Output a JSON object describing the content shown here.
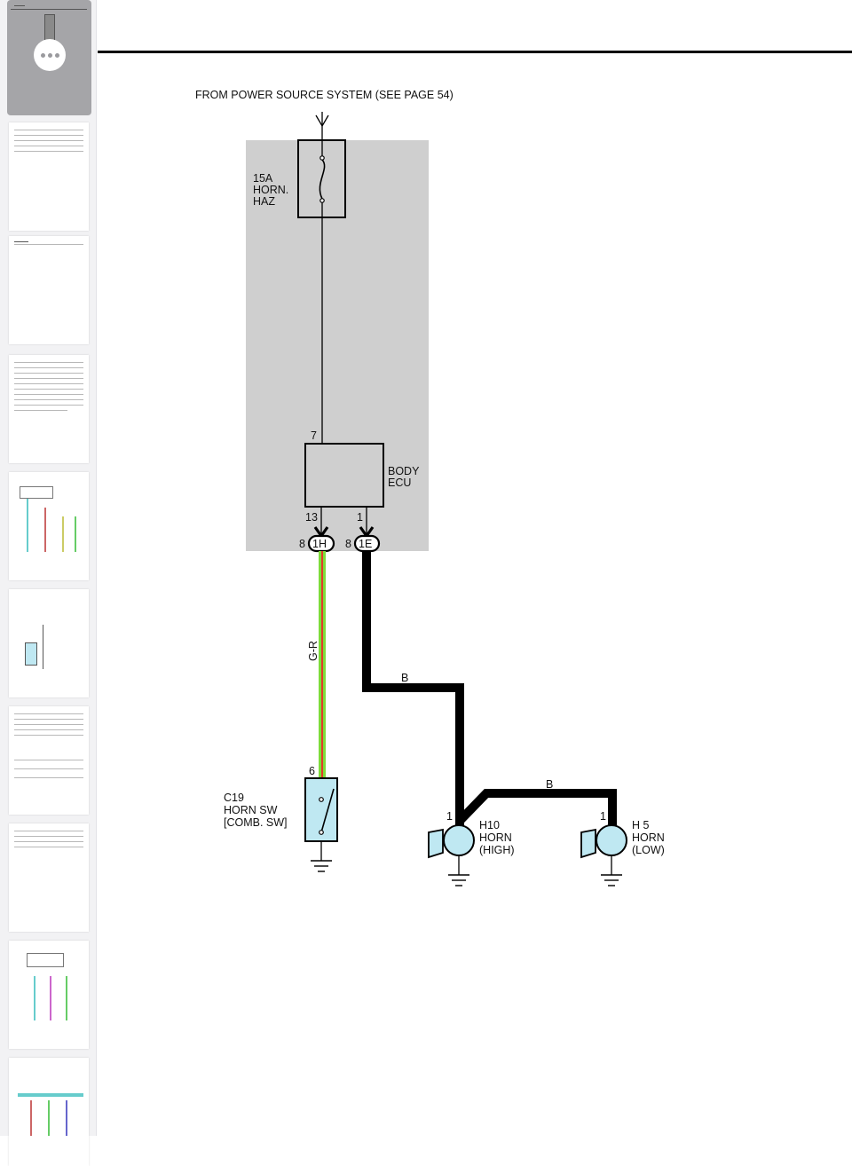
{
  "sidebar": {
    "more_icon": "ellipsis-icon",
    "thumbnail_count": 10
  },
  "diagram": {
    "source": "FROM POWER SOURCE SYSTEM (SEE PAGE 54)",
    "fuse": {
      "rating": "15A",
      "line1": "HORN.",
      "line2": "HAZ"
    },
    "ecu": {
      "line1": "BODY",
      "line2": "ECU",
      "pin_in": "7",
      "pin_left": "13",
      "pin_right": "1"
    },
    "connectors": [
      {
        "id": "1H",
        "pin": "8"
      },
      {
        "id": "1E",
        "pin": "8"
      }
    ],
    "wires": {
      "switch_wire": "G-R",
      "ground_wire_1": "B",
      "ground_wire_2": "B"
    },
    "horn_switch": {
      "id": "C19",
      "line1": "HORN SW",
      "line2": "[COMB.  SW]",
      "pin": "6"
    },
    "horn_high": {
      "id": "H10",
      "line1": "HORN",
      "line2": "(HIGH)",
      "pin": "1"
    },
    "horn_low": {
      "id": "H 5",
      "line1": "HORN",
      "line2": "(LOW)",
      "pin": "1"
    },
    "colors": {
      "wire_green": "#7ddc3a",
      "wire_red": "#e23a2a",
      "component_fill": "#bfe8f2",
      "ecu_area": "#cfcfcf"
    }
  }
}
